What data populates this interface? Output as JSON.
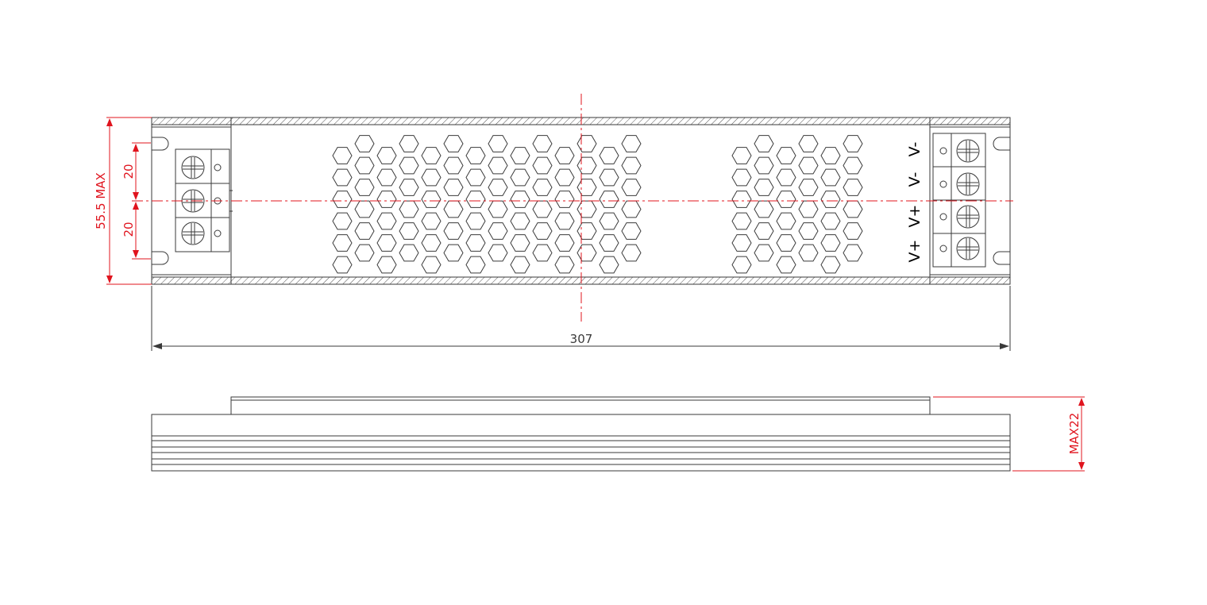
{
  "colors": {
    "outline": "#3a3a3a",
    "dimension": "#e0141e",
    "terminal_label": "#000000"
  },
  "dimensions": {
    "overall_length": "307",
    "height_max": "55.5 MAX",
    "terminal_pitch_top": "20",
    "terminal_pitch_bottom": "20",
    "thickness_max": "MAX22"
  },
  "terminals": {
    "output_labels": [
      "V-",
      "V-",
      "V+",
      "V+"
    ]
  }
}
